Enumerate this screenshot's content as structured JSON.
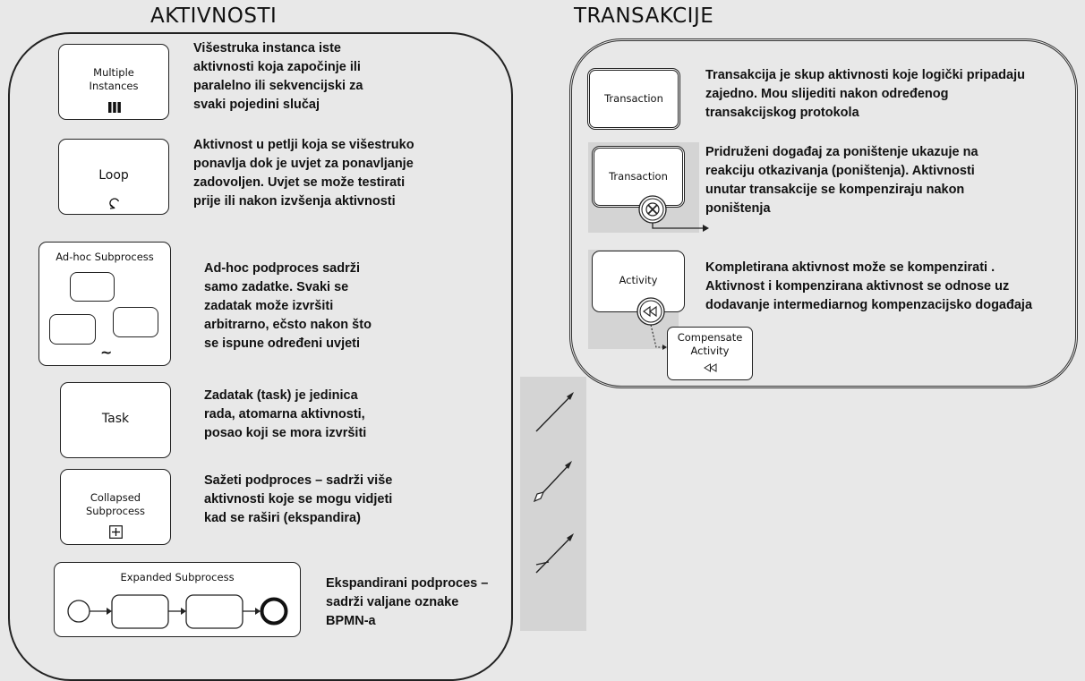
{
  "activities": {
    "heading": "AKTIVNOSTI",
    "items": [
      {
        "box_label": "Multiple\nInstances",
        "marker": "parallel-bars",
        "text": "Višestruka instanca iste\naktivnosti  koja započinje ili\nparalelno ili sekvencijski za\nsvaki pojedini slučaj"
      },
      {
        "box_label": "Loop",
        "marker": "loop-arrow",
        "text": "Aktivnost u petlji koja se višestruko\nponavlja dok je uvjet za ponavljanje\nzadovoljen.  Uvjet se može testirati\nprije ili nakon izvšenja aktivnosti"
      },
      {
        "box_label": "Ad-hoc Subprocess",
        "marker": "tilde",
        "marker_text": "~",
        "text": "Ad-hoc podproces sadrži\nsamo zadatke. Svaki se\nzadatak može izvršiti\narbitrarno, ečsto nakon što\nse ispune određeni uvjeti"
      },
      {
        "box_label": "Task",
        "text": "Zadatak (task) je jedinica\nrada, atomarna aktivnosti,\nposao koji se mora izvršiti"
      },
      {
        "box_label": "Collapsed\nSubprocess",
        "marker": "plus",
        "text": "Sažeti podproces – sadrži više\naktivnosti  koje se mogu vidjeti\nkad se raširi (ekspandira)"
      },
      {
        "box_label": "Expanded Subprocess",
        "text": "Ekspandirani podproces –\nsadrži  valjane oznake\nBPMN-a"
      }
    ]
  },
  "transactions": {
    "heading": "TRANSAKCIJE",
    "items": [
      {
        "box_label": "Transaction",
        "text": "Transakcija je skup aktivnosti koje logički pripadaju\nzajedno. Mou slijediti nakon određenog\ntransakcijskog protokola"
      },
      {
        "box_label": "Transaction",
        "marker": "cancel-event",
        "text": "Pridruženi događaj za poništenje ukazuje na\nreakciju otkazivanja (poništenja).  Aktivnosti\nunutar transakcije se kompenziraju nakon\nponištenja"
      },
      {
        "box_label": "Activity",
        "marker": "compensation-event",
        "sub_box_label": "Compensate\nActivity",
        "text": "Kompletirana aktivnost može se kompenzirati .\nAktivnost i kompenzirana aktivnost  se odnose uz\ndodavanje intermediarnog  kompenzacijsko događaja"
      }
    ]
  },
  "connectors": [
    {
      "icon": "association-arrow"
    },
    {
      "icon": "conditional-flow-arrow"
    },
    {
      "icon": "default-flow-arrow"
    }
  ],
  "colors": {
    "background": "#e8e8e8",
    "box": "#ffffff",
    "stroke": "#222222",
    "shade": "#d4d4d4"
  }
}
